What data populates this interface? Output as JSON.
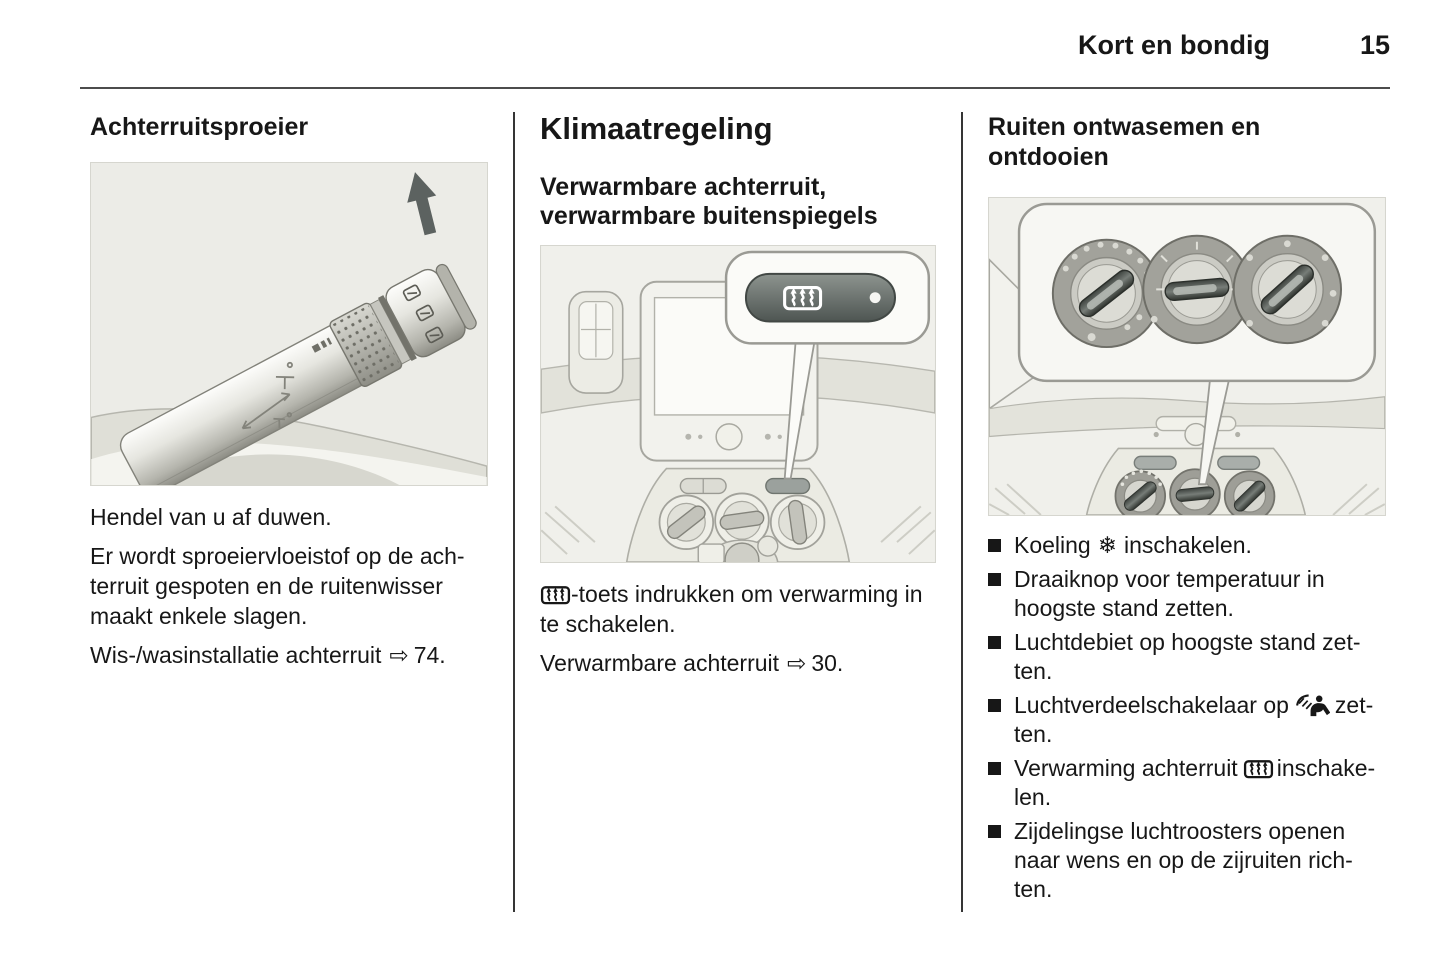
{
  "header": {
    "section_title": "Kort en bondig",
    "page_number": "15"
  },
  "symbols": {
    "page_ref_arrow": "⇨",
    "ac_snowflake": "❄"
  },
  "washer": {
    "heading": "Achterruitsproeier",
    "p1": "Hendel van u af duwen.",
    "p2_l1": "Er wordt sproeiervloeistof op de ach-",
    "p2_l2": "terruit gespoten en de ruitenwisser",
    "p2_l3": "maakt enkele slagen.",
    "p3_text": "Wis-/wasinstallatie achterruit",
    "p3_ref": "74."
  },
  "climate": {
    "heading": "Klimaatregeling",
    "sub_l1": "Verwarmbare achterruit,",
    "sub_l2": "verwarmbare buitenspiegels",
    "p1_l1_after_icon": "-toets indrukken om verwarming in",
    "p1_l2": "te schakelen.",
    "p2_text": "Verwarmbare achterruit",
    "p2_ref": "30."
  },
  "defog": {
    "heading_l1": "Ruiten ontwasemen en",
    "heading_l2": "ontdooien",
    "bullets": [
      {
        "pre": "Koeling",
        "post": "inschakelen."
      },
      {
        "l1": "Draaiknop voor temperatuur in",
        "l2": "hoogste stand zetten."
      },
      {
        "l1": "Luchtdebiet op hoogste stand zet-",
        "l2": "ten."
      },
      {
        "pre": "Luchtverdeelschakelaar op",
        "post": "zet-",
        "l2": "ten."
      },
      {
        "pre": "Verwarming achterruit",
        "post": "inschake-",
        "l2": "len."
      },
      {
        "l1": "Zijdelingse luchtroosters openen",
        "l2": "naar wens en op de zijruiten rich-",
        "l3": "ten."
      }
    ]
  }
}
